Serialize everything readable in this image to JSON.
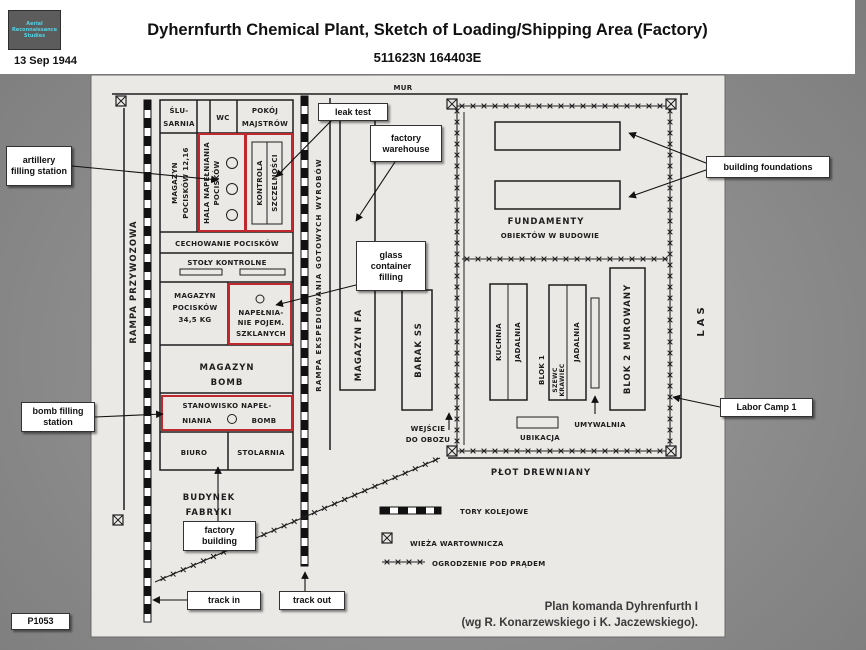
{
  "header": {
    "logo_lines": [
      "Aerial",
      "Reconnaissance",
      "Studies"
    ],
    "title": "Dyhernfurth Chemical Plant, Sketch of Loading/Shipping Area (Factory)",
    "coordinates": "511623N 164403E",
    "date": "13 Sep 1944"
  },
  "sketch": {
    "wall": "MUR",
    "ramp_in": "RAMPA PRZYWOZOWA",
    "ramp_out": "RAMPA EKSPEDIOWANIA GOTOWYCH WYROBÓW",
    "factory": {
      "slusarnia": [
        "ŚLU-",
        "SARNIA"
      ],
      "wc": "WC",
      "pokoj_majstrow": [
        "POKÓJ",
        "MAJSTRÓW"
      ],
      "magazyn_pociskow": [
        "MAGAZYN",
        "POCISKÓW 12,16"
      ],
      "hala_napelniania": [
        "HALA NAPEŁNIANIA",
        "POCISKÓW"
      ],
      "kontrola": [
        "KONTROLA",
        "SZCZELNOŚCI"
      ],
      "cechowanie": "CECHOWANIE POCISKÓW",
      "stoly": "STOŁY KONTROLNE",
      "magazyn_pociskow_34": [
        "MAGAZYN",
        "POCISKÓW",
        "34,5 KG"
      ],
      "napelnianie_szklanych": [
        "NAPEŁNIA-",
        "NIE POJEM.",
        "SZKLANYCH"
      ],
      "magazyn_bomb": [
        "MAGAZYN",
        "BOMB"
      ],
      "stanowisko": [
        "STANOWISKO NAPEŁ-",
        "NIANIA",
        "BOMB"
      ],
      "biuro": "BIURO",
      "stolarnia": "STOLARNIA",
      "budynek": [
        "BUDYNEK",
        "FABRYKI"
      ]
    },
    "magazyn_fa": "MAGAZYN FA",
    "barak_ss": "BARAK SS",
    "wejscie": [
      "WEJŚCIE",
      "DO OBOZU"
    ],
    "camp": {
      "fundamenty": [
        "FUNDAMENTY",
        "OBIEKTÓW W BUDOWIE"
      ],
      "kuchnia": "KUCHNIA",
      "jadalnia_1": "JADALNIA",
      "blok_1": "BLOK 1",
      "szewc_krawiec": [
        "SZEWC",
        "KRAWIEC"
      ],
      "jadalnia_2": "JADALNIA",
      "blok_2": "BLOK 2 MUROWANY",
      "ubikacja": "UBIKACJA",
      "umywalnia": "UMYWALNIA",
      "plot": "PŁOT DREWNIANY",
      "las": "LAS"
    },
    "legend": {
      "rail": "TORY KOLEJOWE",
      "tower": "WIEŻA WARTOWNICZA",
      "fence": "OGRODZENIE POD PRĄDEM"
    },
    "caption": [
      "Plan komanda Dyhrenfurth I",
      "(wg R. Konarzewskiego i K. Jaczewskiego)."
    ]
  },
  "annotations": {
    "leak_test": "leak test",
    "factory_warehouse": "factory warehouse",
    "artillery_filling": "artillery filling station",
    "building_foundations": "building foundations",
    "glass_container": "glass container filling",
    "bomb_filling": "bomb filling station",
    "labor_camp": "Labor Camp 1",
    "factory_building": "factory building",
    "track_in": "track in",
    "track_out": "track out"
  },
  "slide_id": "P1053",
  "colors": {
    "background": "#8a8a8a",
    "header": "#ffffff",
    "paper": "#ebe9e6",
    "ink": "#1e1e1e",
    "highlight": "#c0282d",
    "logo_text": "#4fd3e6"
  }
}
